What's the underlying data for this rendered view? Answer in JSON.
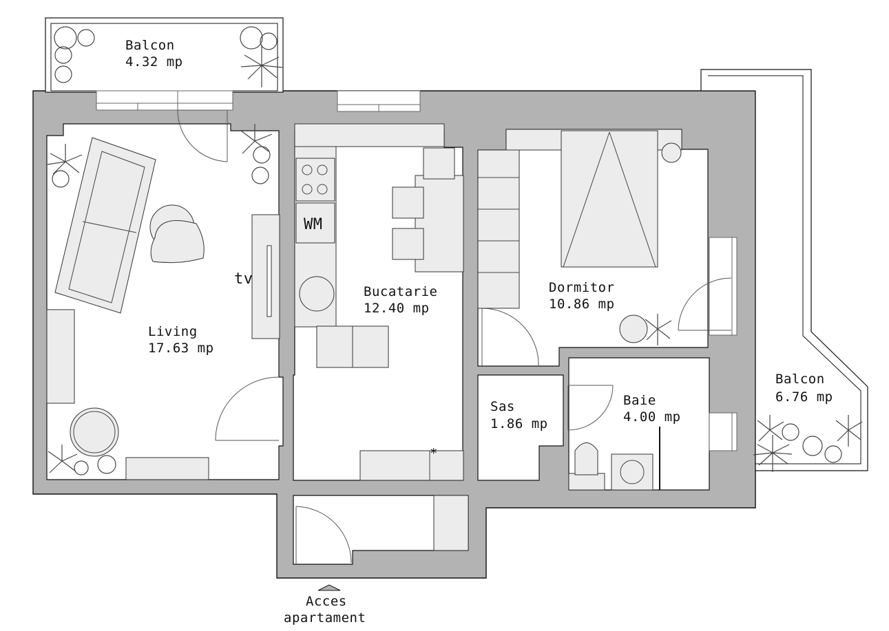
{
  "rooms": {
    "balcon_top": {
      "name": "Balcon",
      "area": "4.32 mp"
    },
    "living": {
      "name": "Living",
      "area": "17.63 mp"
    },
    "bucatarie": {
      "name": "Bucatarie",
      "area": "12.40 mp"
    },
    "dormitor": {
      "name": "Dormitor",
      "area": "10.86 mp"
    },
    "sas": {
      "name": "Sas",
      "area": "1.86 mp"
    },
    "baie": {
      "name": "Baie",
      "area": "4.00 mp"
    },
    "balcon_right": {
      "name": "Balcon",
      "area": "6.76 mp"
    }
  },
  "fixtures": {
    "tv": "tv",
    "washing_machine": "WM",
    "electric_mark": "*"
  },
  "entrance": {
    "line1": "Acces",
    "line2": "apartament"
  },
  "icons": [
    "entrance-arrow-icon",
    "plant-icon",
    "stove-icon",
    "door-swing-icon"
  ],
  "colors": {
    "wall": "#b3b3b3",
    "furniture": "#ececec",
    "line": "#111111"
  }
}
